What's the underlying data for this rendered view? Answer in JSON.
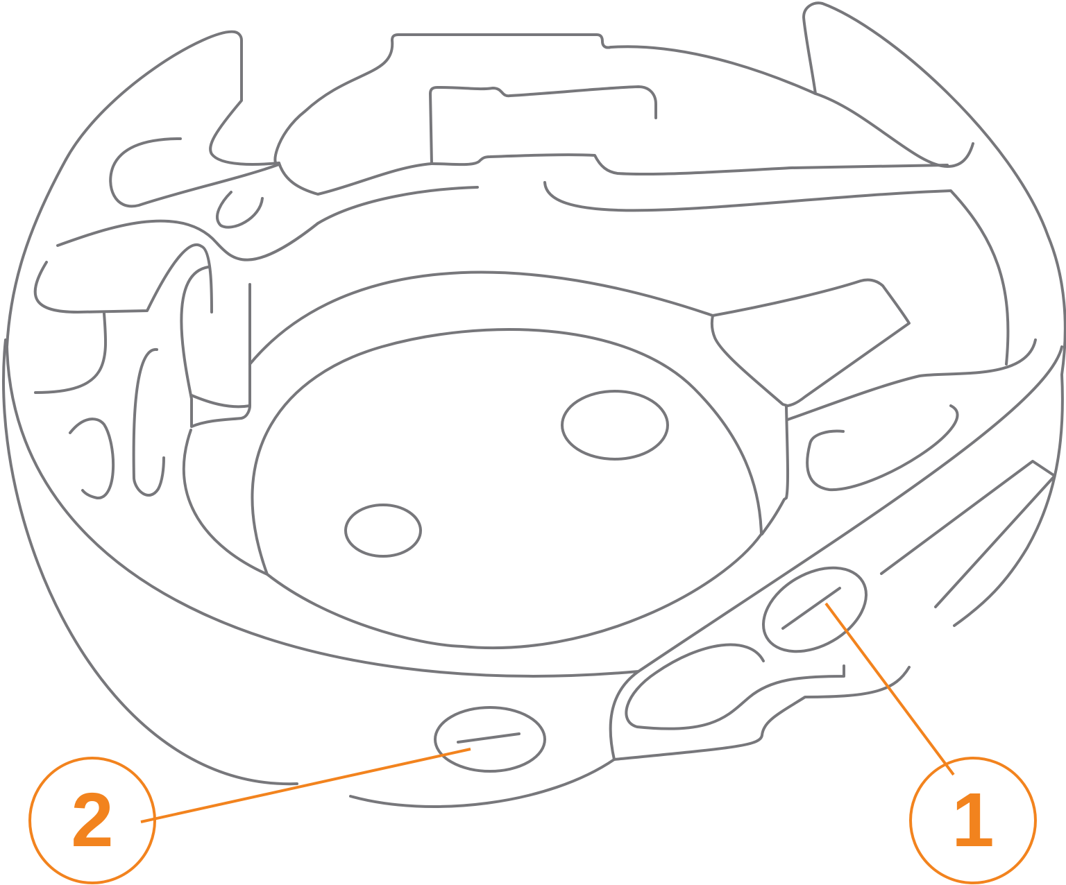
{
  "colors": {
    "outline": "#77777b",
    "accent": "#f2831e",
    "background": "#ffffff"
  },
  "diagram": {
    "subject": "bobbin-case",
    "callouts": [
      {
        "number": "1",
        "target": "screw-1"
      },
      {
        "number": "2",
        "target": "screw-2"
      }
    ]
  }
}
